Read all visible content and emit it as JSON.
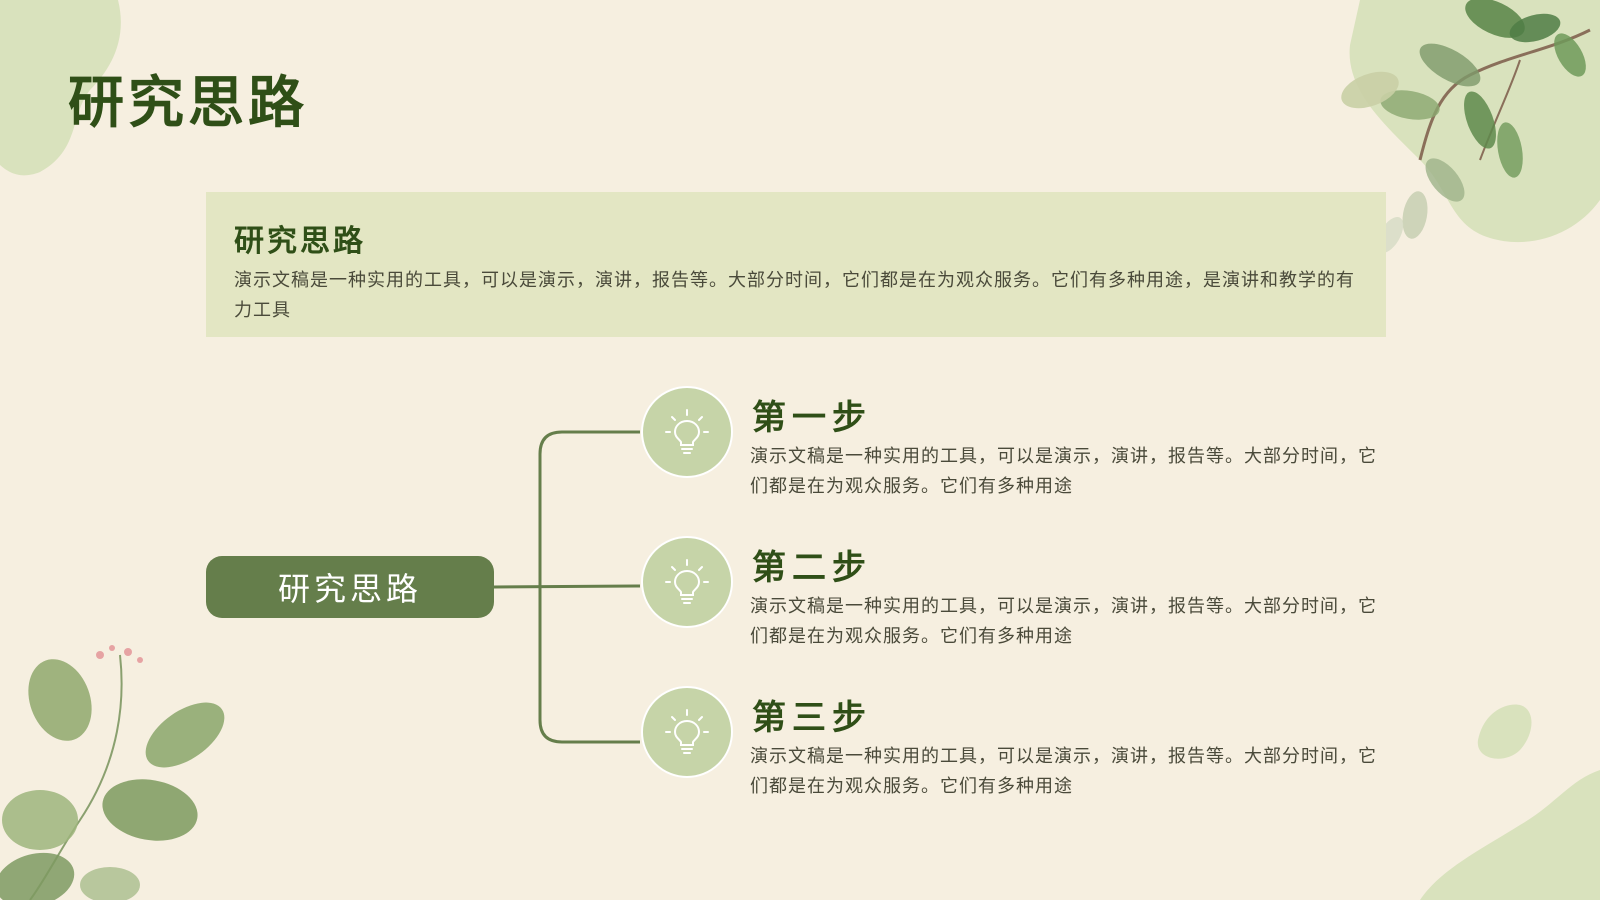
{
  "page": {
    "title": "研究思路"
  },
  "intro": {
    "heading": "研究思路",
    "text": "演示文稿是一种实用的工具，可以是演示，演讲，报告等。大部分时间，它们都是在为观众服务。它们有多种用途，是演讲和教学的有力工具"
  },
  "center_node": {
    "label": "研究思路"
  },
  "steps": [
    {
      "icon": "lightbulb-icon",
      "title": "第一步",
      "text": "演示文稿是一种实用的工具，可以是演示，演讲，报告等。大部分时间，它们都是在为观众服务。它们有多种用途"
    },
    {
      "icon": "lightbulb-icon",
      "title": "第二步",
      "text": "演示文稿是一种实用的工具，可以是演示，演讲，报告等。大部分时间，它们都是在为观众服务。它们有多种用途"
    },
    {
      "icon": "lightbulb-icon",
      "title": "第三步",
      "text": "演示文稿是一种实用的工具，可以是演示，演讲，报告等。大部分时间，它们都是在为观众服务。它们有多种用途"
    }
  ],
  "colors": {
    "background": "#f6efe0",
    "accent_dark": "#2f4f17",
    "node_fill": "#657e4b",
    "icon_fill": "#c6d4a8",
    "intro_box": "#e3e6c3"
  }
}
